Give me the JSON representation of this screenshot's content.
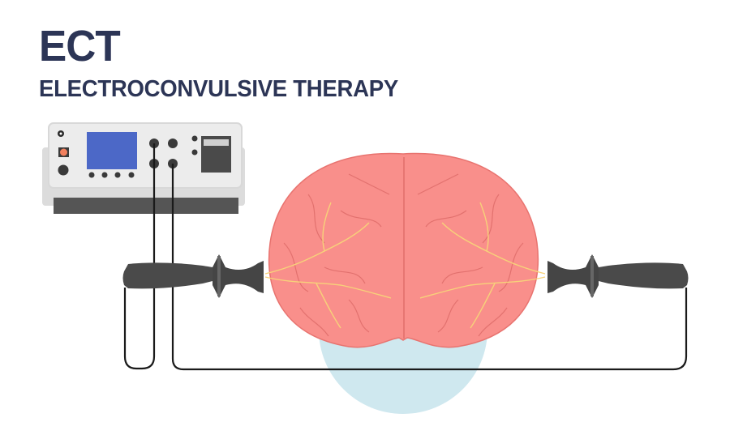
{
  "header": {
    "title": "ECT",
    "subtitle": "ELECTROCONVULSIVE THERAPY"
  },
  "diagram": {
    "components": [
      {
        "id": "ect-machine",
        "label": "ECT device with display screen, control buttons, electrode ports and printer"
      },
      {
        "id": "left-electrode",
        "label": "Left handheld electrode paddle"
      },
      {
        "id": "right-electrode",
        "label": "Right handheld electrode paddle"
      },
      {
        "id": "brain",
        "label": "Brain (frontal view) with electrical pathways"
      },
      {
        "id": "cables",
        "label": "Cables connecting electrodes to device"
      }
    ],
    "colors": {
      "title": "#2c3556",
      "brain_fill": "#f98f8b",
      "brain_outline": "#e8736f",
      "brain_sulci": "#dd6a68",
      "electric_paths": "#f7d27a",
      "brainstem_shadow": "#cfe8ef",
      "electrode": "#4a4a4a",
      "device_body": "#e9e9e9",
      "device_screen": "#4c68c7",
      "device_button_orange": "#f2805e",
      "cable": "#1a1a1a"
    }
  }
}
